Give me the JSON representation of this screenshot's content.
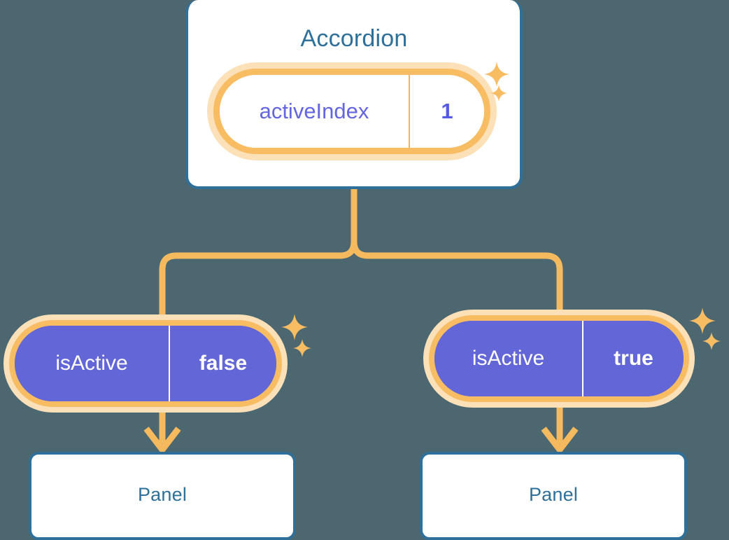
{
  "diagram": {
    "title_text": "Accordion",
    "background_color": "#4d6771",
    "accent_blue": "#2e7099",
    "accent_orange": "#f5b95e",
    "accent_orange_soft": "#fbe0b8",
    "accent_purple": "#6366d6"
  },
  "accordion": {
    "label": "Accordion",
    "state": {
      "key": "activeIndex",
      "value": "1"
    }
  },
  "children": [
    {
      "state": {
        "key": "isActive",
        "value": "false"
      },
      "panel": {
        "label": "Panel"
      }
    },
    {
      "state": {
        "key": "isActive",
        "value": "true"
      },
      "panel": {
        "label": "Panel"
      }
    }
  ],
  "icons": {
    "sparkle_large": "sparkle-icon",
    "sparkle_small": "sparkle-small-icon",
    "arrow_down": "arrow-down-icon",
    "tree_connector": "tree-connector"
  }
}
